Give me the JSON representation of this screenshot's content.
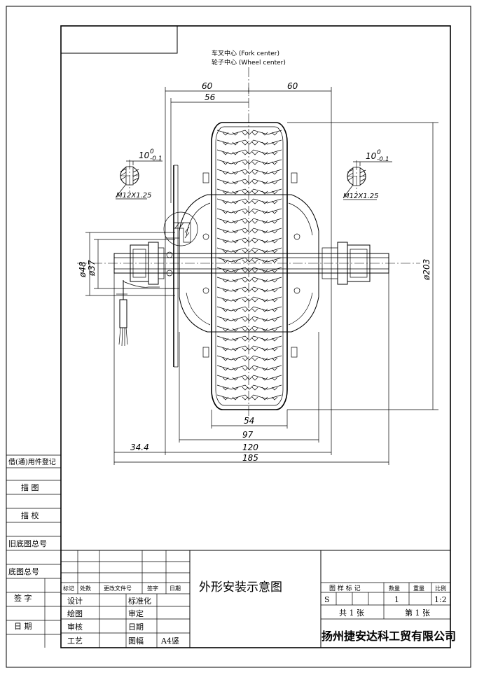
{
  "header": {
    "fork_center": "车叉中心 (Fork center)",
    "wheel_center": "轮子中心 (Wheel center)"
  },
  "dimensions": {
    "left_half": "60",
    "right_half": "60",
    "d56": "56",
    "thread_tol_left": "10",
    "thread_tol_left_upper": "0",
    "thread_tol_left_lower": "-0.1",
    "thread_left": "M12X1.25",
    "thread_tol_right": "10",
    "thread_tol_right_upper": "0",
    "thread_tol_right_lower": "-0.1",
    "thread_right": "M12X1.25",
    "dia48": "ø48",
    "dia37": "ø37",
    "dia203": "ø203",
    "d54": "54",
    "d97": "97",
    "d34_4": "34.4",
    "d120": "120",
    "d185": "185"
  },
  "side_labels": [
    "借(通)用件登记",
    "描 图",
    "描 校",
    "旧底图总号",
    "底图总号",
    "签 字",
    "日 期"
  ],
  "title_block": {
    "drawing_title": "外形安装示意图",
    "company": "扬州捷安达科工贸有限公司",
    "rev_headers": [
      "标记",
      "处数",
      "更改文件号",
      "签字",
      "日期"
    ],
    "roles": [
      "设计",
      "绘图",
      "审核",
      "工艺"
    ],
    "roles2": [
      "标准化",
      "审定",
      "日期",
      "图幅"
    ],
    "paper": "A4竖",
    "mark_header": "图 样 标 记",
    "qty_header": "数量",
    "weight_header": "重量",
    "scale_header": "比例",
    "mark_value": "S",
    "qty_value": "1",
    "scale_value": "1:2",
    "sheets_total": "共 1 张",
    "sheet_no": "第 1 张"
  }
}
